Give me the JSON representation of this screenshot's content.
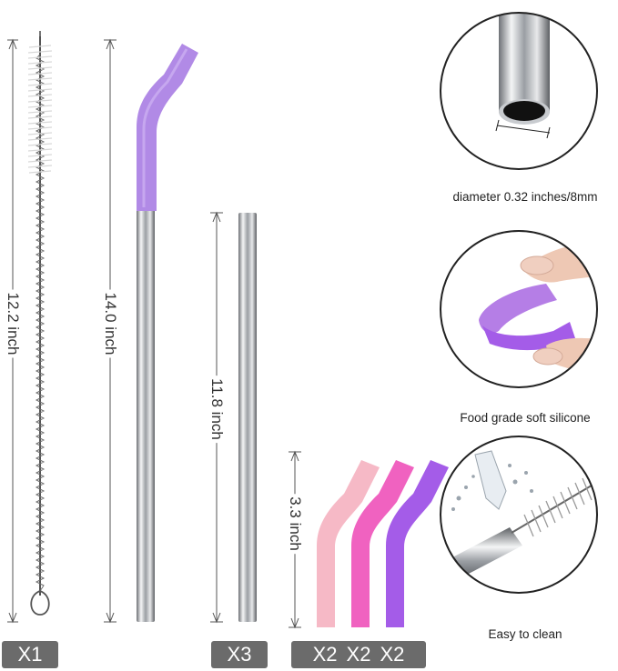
{
  "dimensions": {
    "brush": "12.2 inch",
    "bent_straw": "14.0 inch",
    "straight_straw": "11.8 inch",
    "tip": "3.3 inch"
  },
  "captions": {
    "diameter": "diameter 0.32 inches/8mm",
    "silicone": "Food grade soft silicone",
    "clean": "Easy to clean"
  },
  "quantities": {
    "brush": "X1",
    "straight": "X3",
    "tips": [
      "X2",
      "X2",
      "X2"
    ]
  },
  "colors": {
    "purple": "#b18ae6",
    "pink_light": "#f6b9c6",
    "pink_hot": "#f062c0",
    "violet": "#a45ce8",
    "badge": "#6b6b6b",
    "steel": "#c9ccd0"
  }
}
